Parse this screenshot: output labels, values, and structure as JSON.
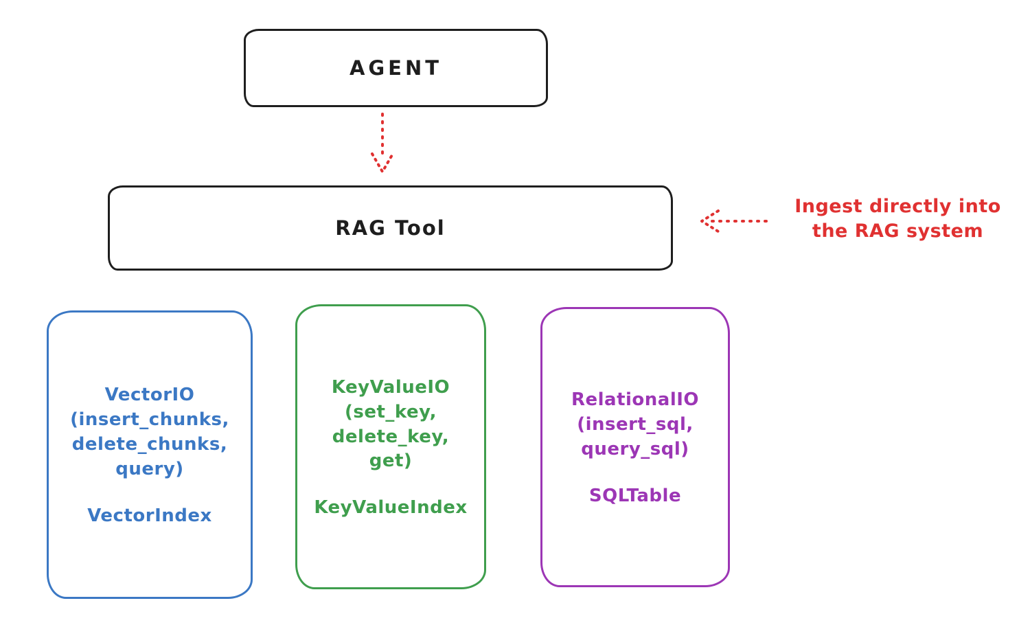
{
  "nodes": {
    "agent": {
      "label": "AGENT",
      "color": "#1e1e1e"
    },
    "rag_tool": {
      "label": "RAG Tool",
      "color": "#1e1e1e"
    },
    "vector_io": {
      "color": "#3b78c4",
      "lines": [
        "VectorIO",
        "(insert_chunks,",
        "delete_chunks,",
        "query)"
      ],
      "index_label": "VectorIndex"
    },
    "key_value_io": {
      "color": "#3f9e4d",
      "lines": [
        "KeyValueIO",
        "(set_key,",
        "delete_key, get)"
      ],
      "index_label": "KeyValueIndex"
    },
    "relational_io": {
      "color": "#9c36b5",
      "lines": [
        "RelationalIO",
        "(insert_sql,",
        "query_sql)"
      ],
      "index_label": "SQLTable"
    }
  },
  "annotation": {
    "line1": "Ingest directly into",
    "line2": "the RAG system",
    "color": "#e03131"
  },
  "arrows": {
    "agent_to_rag": {
      "color": "#e03131"
    },
    "ingest": {
      "color": "#e03131"
    }
  }
}
